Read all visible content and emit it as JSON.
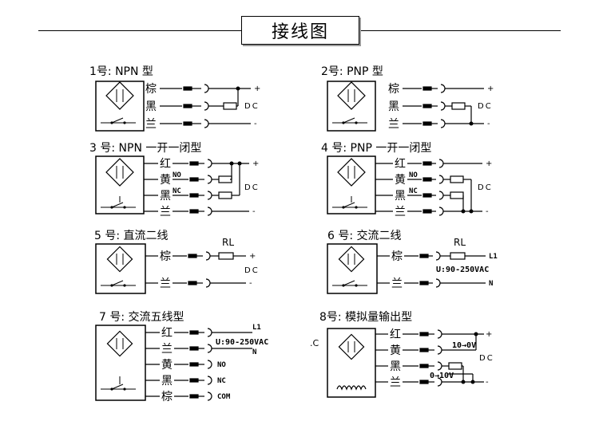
{
  "page": {
    "title": "接线图"
  },
  "diagrams": [
    {
      "title": "1号:  NPN 型",
      "wires": [
        "棕",
        "黑",
        "兰"
      ],
      "tags": [],
      "terminals": [
        "+",
        "DC",
        "-"
      ]
    },
    {
      "title": "2号:  PNP 型",
      "wires": [
        "棕",
        "黑",
        "兰"
      ],
      "tags": [],
      "terminals": [
        "+",
        "DC",
        "-"
      ]
    },
    {
      "title": "3 号:  NPN 一开一闭型",
      "wires": [
        "红",
        "黄",
        "黑",
        "兰"
      ],
      "tags": [
        "NO",
        "NC"
      ],
      "terminals": [
        "+",
        "DC",
        "-"
      ]
    },
    {
      "title": "4 号:  PNP 一开一闭型",
      "wires": [
        "红",
        "黄",
        "黑",
        "兰"
      ],
      "tags": [
        "NO",
        "NC"
      ],
      "terminals": [
        "+",
        "DC",
        "-"
      ]
    },
    {
      "title": "5 号:  直流二线",
      "wires": [
        "棕",
        "兰"
      ],
      "load": "RL",
      "terminals": [
        "+",
        "DC",
        "-"
      ]
    },
    {
      "title": "6 号:  交流二线",
      "wires": [
        "棕",
        "兰"
      ],
      "load": "RL",
      "terminals": [
        "L1",
        "U:90-250VAC",
        "N"
      ]
    },
    {
      "title": "7 号:  交流五线型",
      "wires": [
        "红",
        "兰",
        "黄",
        "黑",
        "棕"
      ],
      "terminals": [
        "L1",
        "U:90-250VAC",
        "N",
        "NO",
        "NC",
        "COM"
      ]
    },
    {
      "title": "8号:  模拟量输出型",
      "wires": [
        "红",
        "黄",
        "黑",
        "兰"
      ],
      "terminals": [
        "+",
        "10→0V",
        "DC",
        "0→10V",
        "-"
      ]
    }
  ],
  "stray_text": ".C"
}
